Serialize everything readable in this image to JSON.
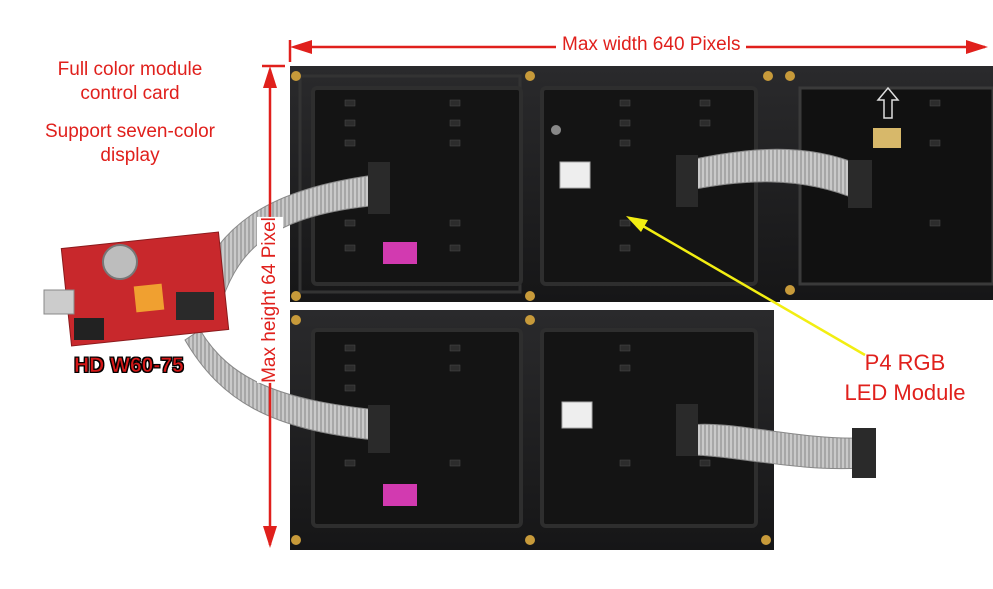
{
  "labels": {
    "card_line1": "Full color module",
    "card_line2": "control card",
    "support_line1": "Support seven-color",
    "support_line2": "display",
    "model": "HD W60-75",
    "p4_line1": "P4 RGB",
    "p4_line2": "LED Module",
    "max_width": "Max width 640 Pixels",
    "max_height": "Max height 64 Pixel"
  },
  "colors": {
    "annotation_red": "#e0201c",
    "pointer_yellow": "#f2ee12",
    "panel_dark": "#1c1c1e",
    "card_red": "#c8282c"
  }
}
